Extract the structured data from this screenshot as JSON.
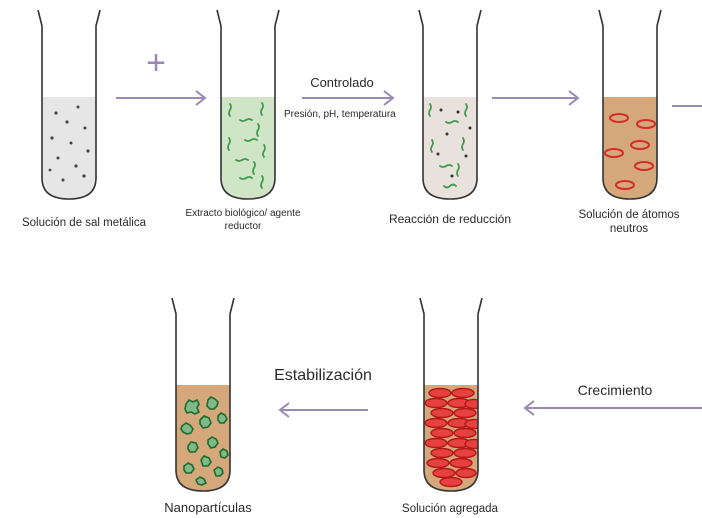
{
  "tubes": [
    {
      "label": "Solución de sal metálica",
      "fill_color": "#e6e6e6",
      "content": "black dots"
    },
    {
      "label": "Extracto biológico/ agente reductor",
      "fill_color": "#cfe5c5",
      "content": "green squiggles"
    },
    {
      "label": "Reacción de reducción",
      "fill_color": "#e9e2dc",
      "content": "dots and green squiggles"
    },
    {
      "label": "Solución de átomos neutros",
      "fill_color": "#d4a87b",
      "content": "red ovals"
    },
    {
      "label": "Nanopartículas",
      "fill_color": "#d4a87b",
      "content": "green clusters"
    },
    {
      "label": "Solución agregada",
      "fill_color": "#d4a87b",
      "content": "packed red ovals"
    }
  ],
  "steps": {
    "controlado": "Controlado",
    "condiciones": "Presión, pH, temperatura",
    "crecimiento": "Crecimiento",
    "estabilizacion": "Estabilización"
  },
  "symbols": {
    "plus": "+"
  },
  "colors": {
    "arrow": "#9a88b6",
    "tube_outline": "#333333",
    "red_particle": "#d42a2a",
    "green_particle": "#2f8a3f"
  }
}
